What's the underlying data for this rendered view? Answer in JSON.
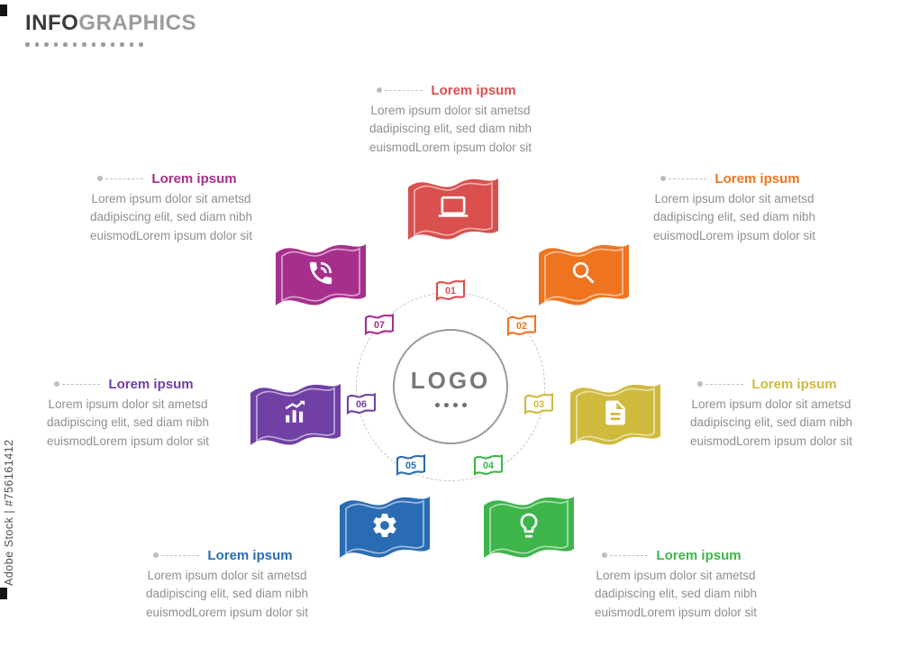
{
  "header": {
    "title_bold": "INFO",
    "title_gray": "GRAPHICS"
  },
  "watermark": {
    "text": "Adobe Stock | #756161412"
  },
  "center": {
    "logo_text": "LOGO"
  },
  "items": [
    {
      "id": "01",
      "color": "#d9504e",
      "icon": "laptop-icon",
      "heading": "Lorem ipsum",
      "body": "Lorem ipsum dolor sit ametsd\ndadipiscing elit, sed diam nibh\neuismodLorem ipsum dolor sit"
    },
    {
      "id": "02",
      "color": "#ef7420",
      "icon": "search-icon",
      "heading": "Lorem ipsum",
      "body": "Lorem ipsum dolor sit ametsd\ndadipiscing elit, sed diam nibh\neuismodLorem ipsum dolor sit"
    },
    {
      "id": "03",
      "color": "#cfba3e",
      "icon": "document-icon",
      "heading": "Lorem ipsum",
      "body": "Lorem ipsum dolor sit ametsd\ndadipiscing elit, sed diam nibh\neuismodLorem ipsum dolor sit"
    },
    {
      "id": "04",
      "color": "#3eb54b",
      "icon": "lightbulb-icon",
      "heading": "Lorem ipsum",
      "body": "Lorem ipsum dolor sit ametsd\ndadipiscing elit, sed diam nibh\neuismodLorem ipsum dolor sit"
    },
    {
      "id": "05",
      "color": "#2a6cb4",
      "icon": "gear-icon",
      "heading": "Lorem ipsum",
      "body": "Lorem ipsum dolor sit ametsd\ndadipiscing elit, sed diam nibh\neuismodLorem ipsum dolor sit"
    },
    {
      "id": "06",
      "color": "#7040a4",
      "icon": "bar-chart-icon",
      "heading": "Lorem ipsum",
      "body": "Lorem ipsum dolor sit ametsd\ndadipiscing elit, sed diam nibh\neuismodLorem ipsum dolor sit"
    },
    {
      "id": "07",
      "color": "#a72f8c",
      "icon": "phone-icon",
      "heading": "Lorem ipsum",
      "body": "Lorem ipsum dolor sit ametsd\ndadipiscing elit, sed diam nibh\neuismodLorem ipsum dolor sit"
    }
  ]
}
